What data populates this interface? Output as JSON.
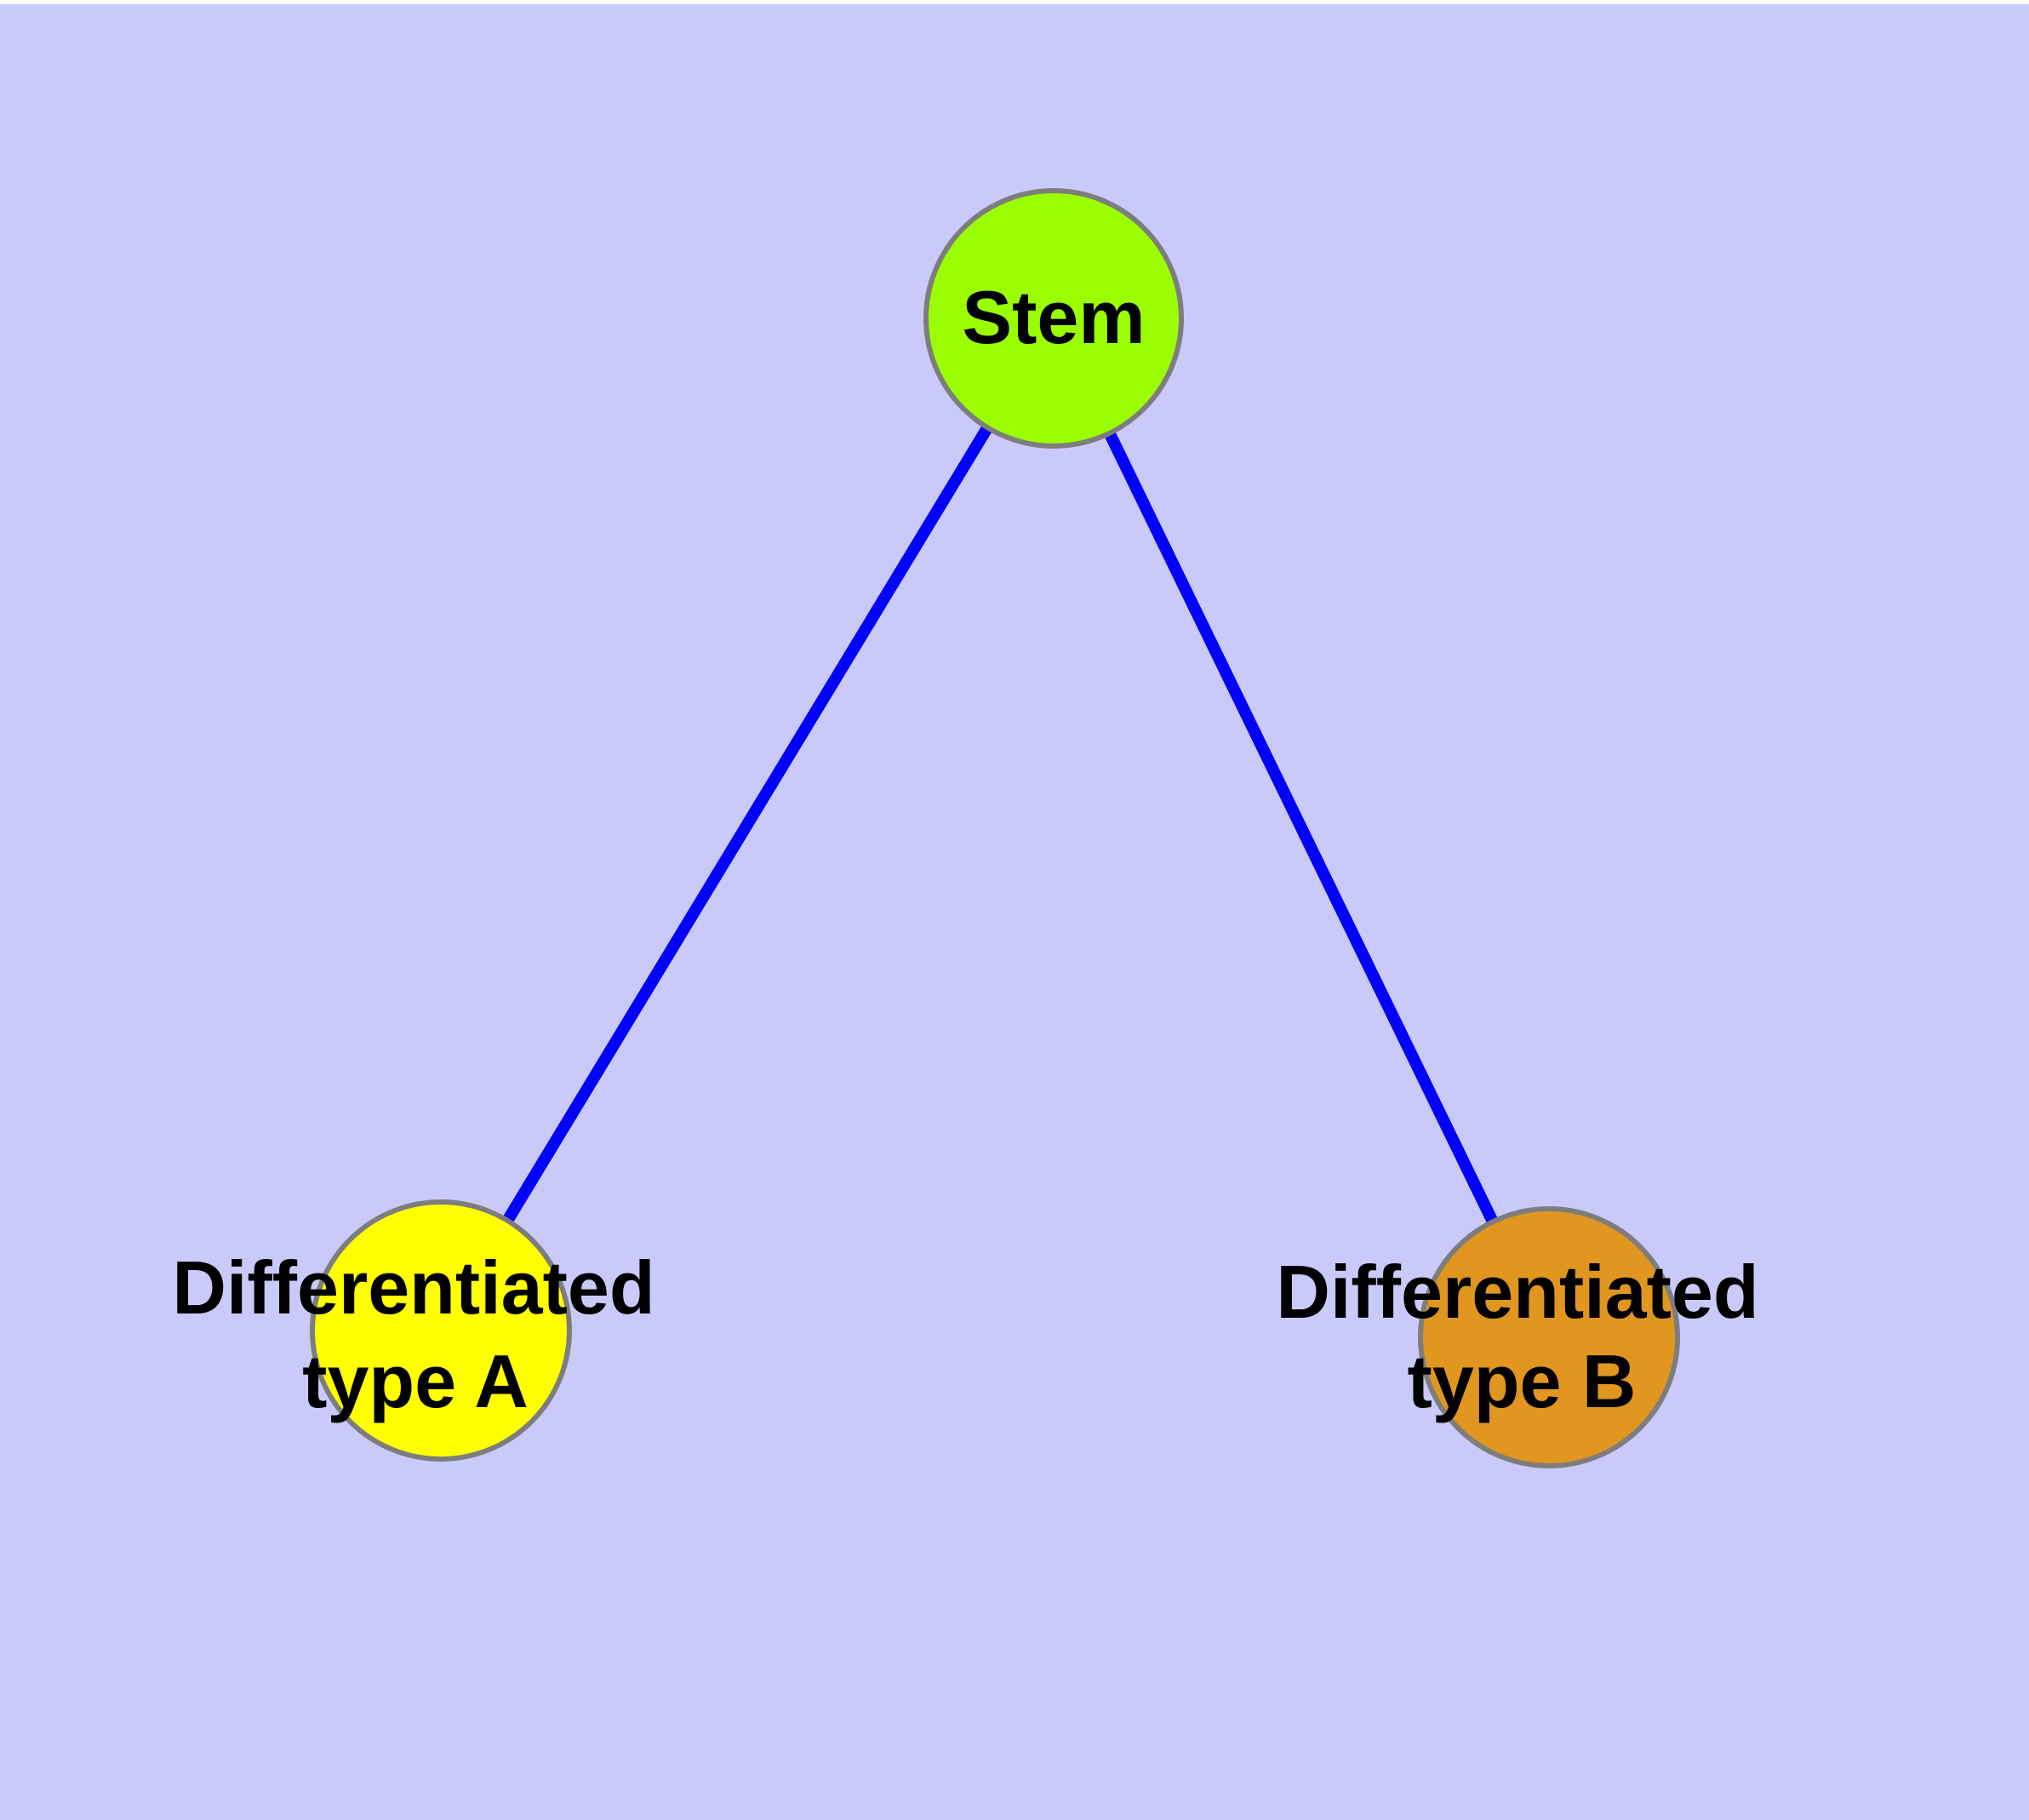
{
  "diagram": {
    "background_color": "#CACAFA",
    "top_strip_color": "#FFFFFF",
    "edge_color": "#0202F8",
    "node_border_color": "#7D7D7D",
    "label_color": "#000000",
    "nodes": {
      "stem": {
        "label": "Stem",
        "fill": "#9BFE00"
      },
      "type_a": {
        "label_line1": "Differentiated",
        "label_line2": "type A",
        "fill": "#FFFF00"
      },
      "type_b": {
        "label_line1": "Differentiated",
        "label_line2": "type B",
        "fill": "#E0961F"
      }
    },
    "edges": [
      {
        "from": "Stem",
        "to": "Differentiated type A"
      },
      {
        "from": "Stem",
        "to": "Differentiated type B"
      }
    ]
  }
}
